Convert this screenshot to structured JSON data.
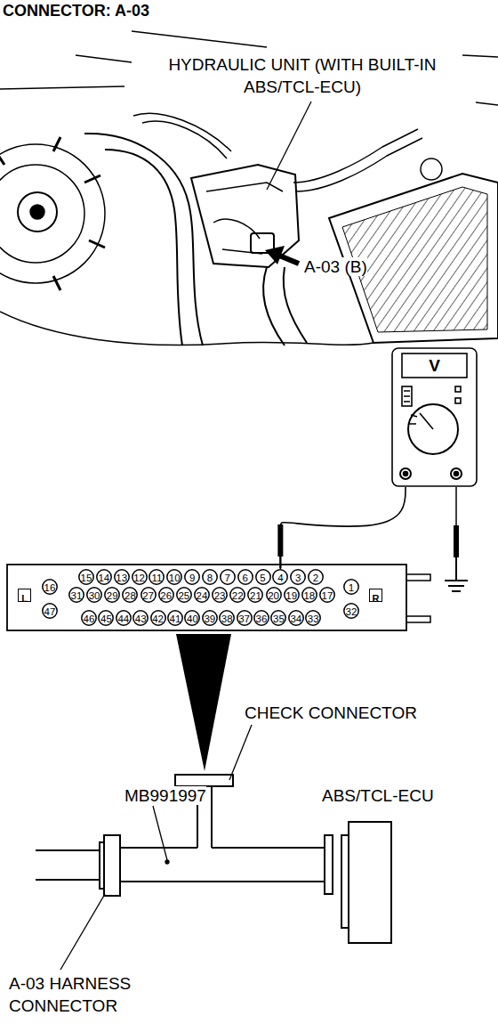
{
  "diagram": {
    "title": "CONNECTOR: A-03",
    "nodes": [
      {
        "text": [
          "V"
        ]
      },
      {
        "text": [
          "15"
        ]
      },
      {
        "text": [
          "14"
        ]
      },
      {
        "text": [
          "13"
        ]
      },
      {
        "text": [
          "12"
        ]
      },
      {
        "text": [
          "11"
        ]
      },
      {
        "text": [
          "10"
        ]
      },
      {
        "text": [
          "9"
        ]
      },
      {
        "text": [
          "8"
        ]
      },
      {
        "text": [
          "7"
        ]
      },
      {
        "text": [
          "6"
        ]
      },
      {
        "text": [
          "5"
        ]
      },
      {
        "text": [
          "4"
        ]
      },
      {
        "text": [
          "3"
        ]
      },
      {
        "text": [
          "2"
        ]
      },
      {
        "text": [
          "L"
        ]
      },
      {
        "text": [
          "16"
        ]
      },
      {
        "text": [
          "31"
        ]
      },
      {
        "text": [
          "30"
        ]
      },
      {
        "text": [
          "29"
        ]
      },
      {
        "text": [
          "28"
        ]
      },
      {
        "text": [
          "27"
        ]
      },
      {
        "text": [
          "26"
        ]
      },
      {
        "text": [
          "25"
        ]
      },
      {
        "text": [
          "24"
        ]
      },
      {
        "text": [
          "23"
        ]
      },
      {
        "text": [
          "22"
        ]
      },
      {
        "text": [
          "21"
        ]
      },
      {
        "text": [
          "20"
        ]
      },
      {
        "text": [
          "19"
        ]
      },
      {
        "text": [
          "18"
        ]
      },
      {
        "text": [
          "17"
        ]
      },
      {
        "text": [
          "1"
        ]
      },
      {
        "text": [
          "R"
        ]
      },
      {
        "text": [
          "47"
        ]
      },
      {
        "text": [
          "46"
        ]
      },
      {
        "text": [
          "45"
        ]
      },
      {
        "text": [
          "44"
        ]
      },
      {
        "text": [
          "43"
        ]
      },
      {
        "text": [
          "42"
        ]
      },
      {
        "text": [
          "41"
        ]
      },
      {
        "text": [
          "40"
        ]
      },
      {
        "text": [
          "39"
        ]
      },
      {
        "text": [
          "38"
        ]
      },
      {
        "text": [
          "37"
        ]
      },
      {
        "text": [
          "36"
        ]
      },
      {
        "text": [
          "35"
        ]
      },
      {
        "text": [
          "34"
        ]
      },
      {
        "text": [
          "33"
        ]
      },
      {
        "text": [
          "32"
        ]
      },
      {
        "text": [
          "ABS/TCL-ECU"
        ]
      }
    ],
    "edges": [
      {
        "from": 0,
        "to": 12,
        "arrow": "none"
      }
    ],
    "labels": [
      "HYDRAULIC UNIT (WITH BUILT-IN ABS/TCL-ECU)",
      "A-03 (B)",
      "CHECK CONNECTOR",
      "MB991997",
      "A-03 HARNESS CONNECTOR"
    ]
  }
}
